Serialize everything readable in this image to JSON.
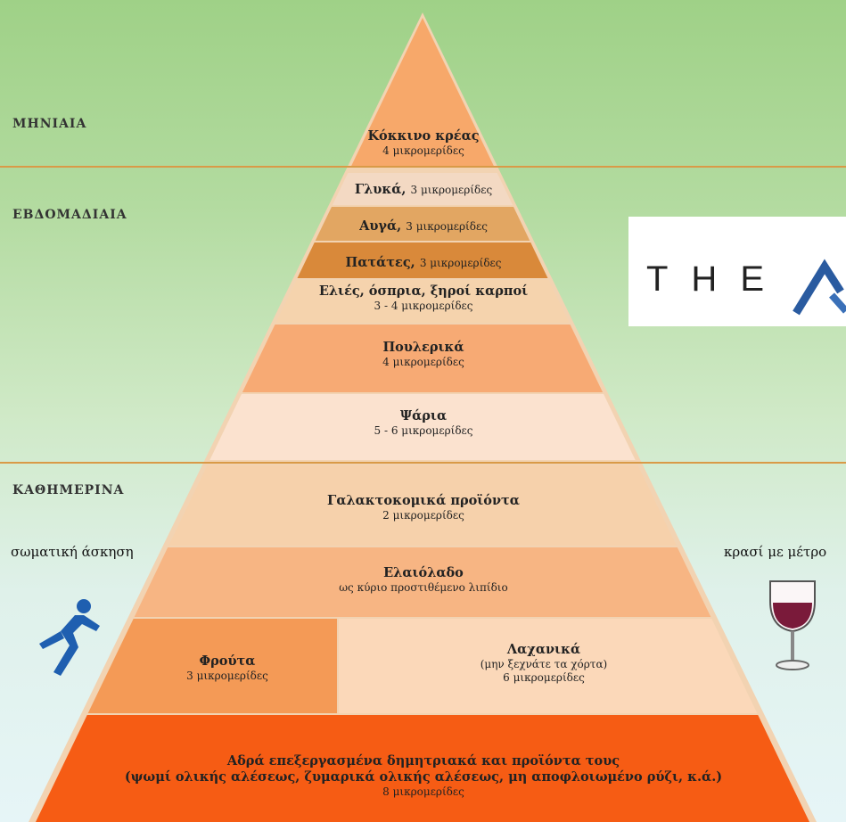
{
  "frequency_labels": {
    "monthly": "ΜΗΝΙΑΙΑ",
    "weekly": "ΕΒΔΟΜΑΔΙΑΙΑ",
    "daily": "ΚΑΘΗΜΕΡΙΝΑ"
  },
  "side_notes": {
    "exercise": "σωματική άσκηση",
    "wine": "κρασί με μέτρο"
  },
  "logo": {
    "text": "THE"
  },
  "tiers": [
    {
      "id": "red-meat",
      "title": "Κόκκινο κρέας",
      "detail": "4 μικρομερίδες",
      "color": "#f7a86a"
    },
    {
      "id": "sweets",
      "title": "Γλυκά,",
      "detail": "3 μικρομερίδες",
      "color": "#f3d9c3"
    },
    {
      "id": "eggs",
      "title": "Αυγά,",
      "detail": "3 μικρομερίδες",
      "color": "#e2a662"
    },
    {
      "id": "potatoes",
      "title": "Πατάτες,",
      "detail": "3 μικρομερίδες",
      "color": "#d9893a"
    },
    {
      "id": "olives-legumes-nuts",
      "title": "Ελιές, όσπρια, ξηροί καρποί",
      "detail": "3 - 4 μικρομερίδες",
      "color": "#f5d3ad"
    },
    {
      "id": "poultry",
      "title": "Πουλερικά",
      "detail": "4 μικρομερίδες",
      "color": "#f7aa74"
    },
    {
      "id": "fish",
      "title": "Ψάρια",
      "detail": "5 - 6 μικρομερίδες",
      "color": "#fbe2cf"
    },
    {
      "id": "dairy",
      "title": "Γαλακτοκομικά προϊόντα",
      "detail": "2 μικρομερίδες",
      "color": "#f6d1ab"
    },
    {
      "id": "olive-oil",
      "title": "Ελαιόλαδο",
      "detail": "ως κύριο προστιθέμενο λιπίδιο",
      "color": "#f7b583"
    },
    {
      "id": "fruits",
      "title": "Φρούτα",
      "detail": "3 μικρομερίδες",
      "color": "#f49a56"
    },
    {
      "id": "vegetables",
      "title": "Λαχανικά",
      "detail": "(μην ξεχνάτε τα χόρτα)",
      "detail2": "6 μικρομερίδες",
      "color": "#fbd8b9"
    },
    {
      "id": "grains",
      "title": "Αδρά επεξεργασμένα δημητριακά και προϊόντα τους",
      "detail": "(ψωμί ολικής αλέσεως, ζυμαρικά ολικής αλέσεως, μη αποφλοιωμένο ρύζι, κ.ά.)",
      "detail2": "8 μικρομερίδες",
      "color": "#f65c14"
    }
  ]
}
